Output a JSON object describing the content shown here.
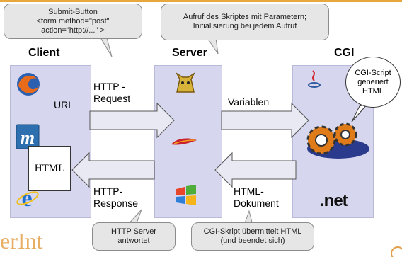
{
  "columns": {
    "client": "Client",
    "server": "Server",
    "cgi": "CGI"
  },
  "labels": {
    "url": "URL",
    "http_request": "HTTP -\nRequest",
    "variablen": "Variablen",
    "http_response": "HTTP-\nResponse",
    "html_dokument": "HTML-\nDokument",
    "html_doc": "HTML",
    "dotnet": ".net"
  },
  "callouts": {
    "submit_button": "Submit-Button\n<form method=\"post\"\naction=\"http://...\" >",
    "aufruf": "Aufruf des Skriptes mit Parametern;\nInitialisierung bei jedem Aufruf",
    "cgi_script": "CGI-Script\ngeneriert\nHTML",
    "http_server": "HTTP Server\nantwortet",
    "cgi_skript": "CGI-Skript übermittelt HTML\n(und beendet sich)"
  },
  "watermark": "erInt",
  "colors": {
    "column_fill": "#d6d6ee",
    "arrow_fill": "#e9e9f3",
    "callout_fill": "#e6e6e6",
    "top_line": "#e8a73a"
  },
  "icons": [
    "firefox-icon",
    "mozilla-icon",
    "ie-icon",
    "tomcat-icon",
    "apache-feather-icon",
    "windows-icon",
    "java-icon",
    "gears-icon",
    "dotnet-logo"
  ]
}
